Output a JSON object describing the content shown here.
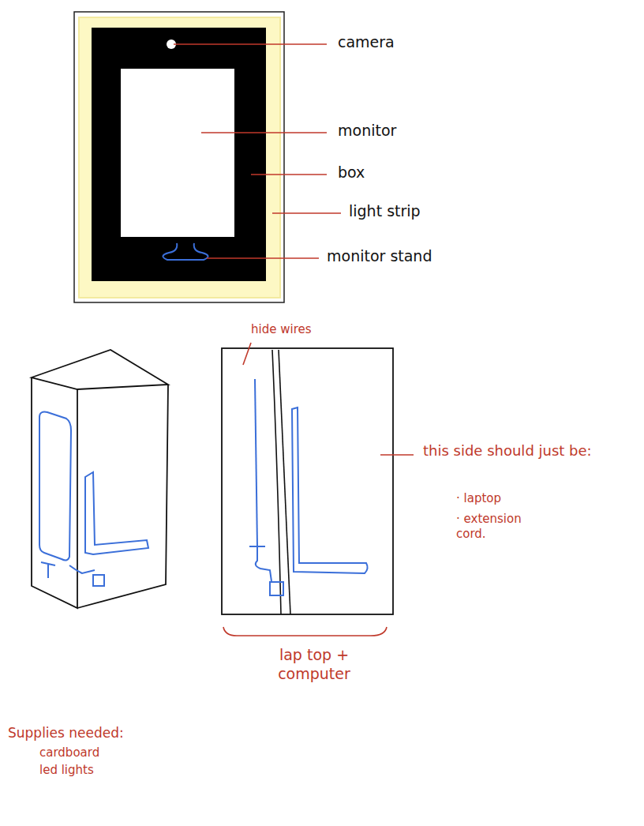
{
  "diagram": {
    "labels": [
      "camera",
      "monitor",
      "box",
      "light strip",
      "monitor stand",
      "hide wires",
      "this side should just be:",
      "· laptop",
      "· extension cord.",
      "lap top + computer",
      "Supplies needed:",
      "cardboard",
      "led lights"
    ]
  }
}
